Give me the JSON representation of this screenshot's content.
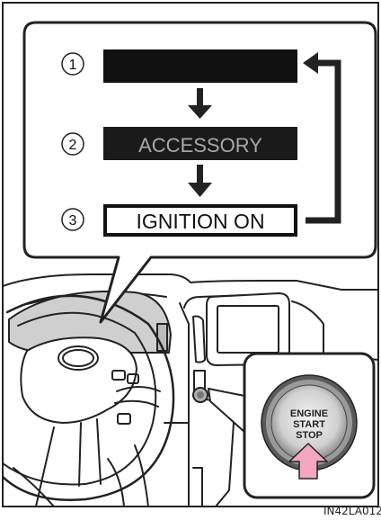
{
  "modes": [
    {
      "number": "1",
      "label": "",
      "style": "dark"
    },
    {
      "number": "2",
      "label": "ACCESSORY",
      "style": "dark"
    },
    {
      "number": "3",
      "label": "IGNITION ON",
      "style": "outlined"
    }
  ],
  "button": {
    "line1": "ENGINE",
    "line2": "START",
    "line3": "STOP"
  },
  "figure_code": "IN42LA012"
}
